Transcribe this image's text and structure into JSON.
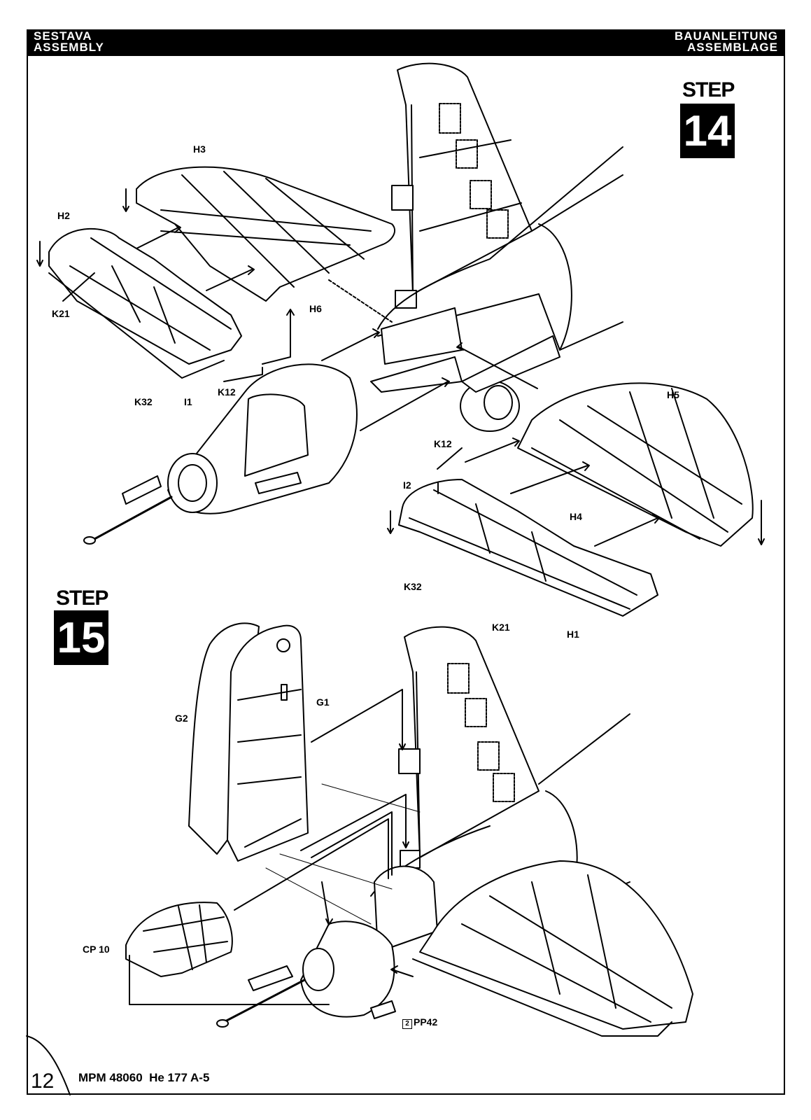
{
  "header": {
    "left_line1": "SESTAVA",
    "left_line2": "ASSEMBLY",
    "right_line1": "BAUANLEITUNG",
    "right_line2": "ASSEMBLAGE"
  },
  "steps": [
    {
      "label": "STEP",
      "number": "14"
    },
    {
      "label": "STEP",
      "number": "15"
    }
  ],
  "parts_step14": [
    "H3",
    "H2",
    "K21",
    "H6",
    "K32",
    "I1",
    "K12",
    "H5",
    "K12",
    "I2",
    "H4",
    "K32",
    "K21",
    "H1"
  ],
  "parts_step15": [
    "G2",
    "G1",
    "CP 10"
  ],
  "paint_ref": {
    "box": "2",
    "code": "PP42"
  },
  "footer": {
    "page_number": "12",
    "title": "MPM 48060  He 177 A-5"
  },
  "colors": {
    "ink": "#000000",
    "paper": "#ffffff"
  }
}
